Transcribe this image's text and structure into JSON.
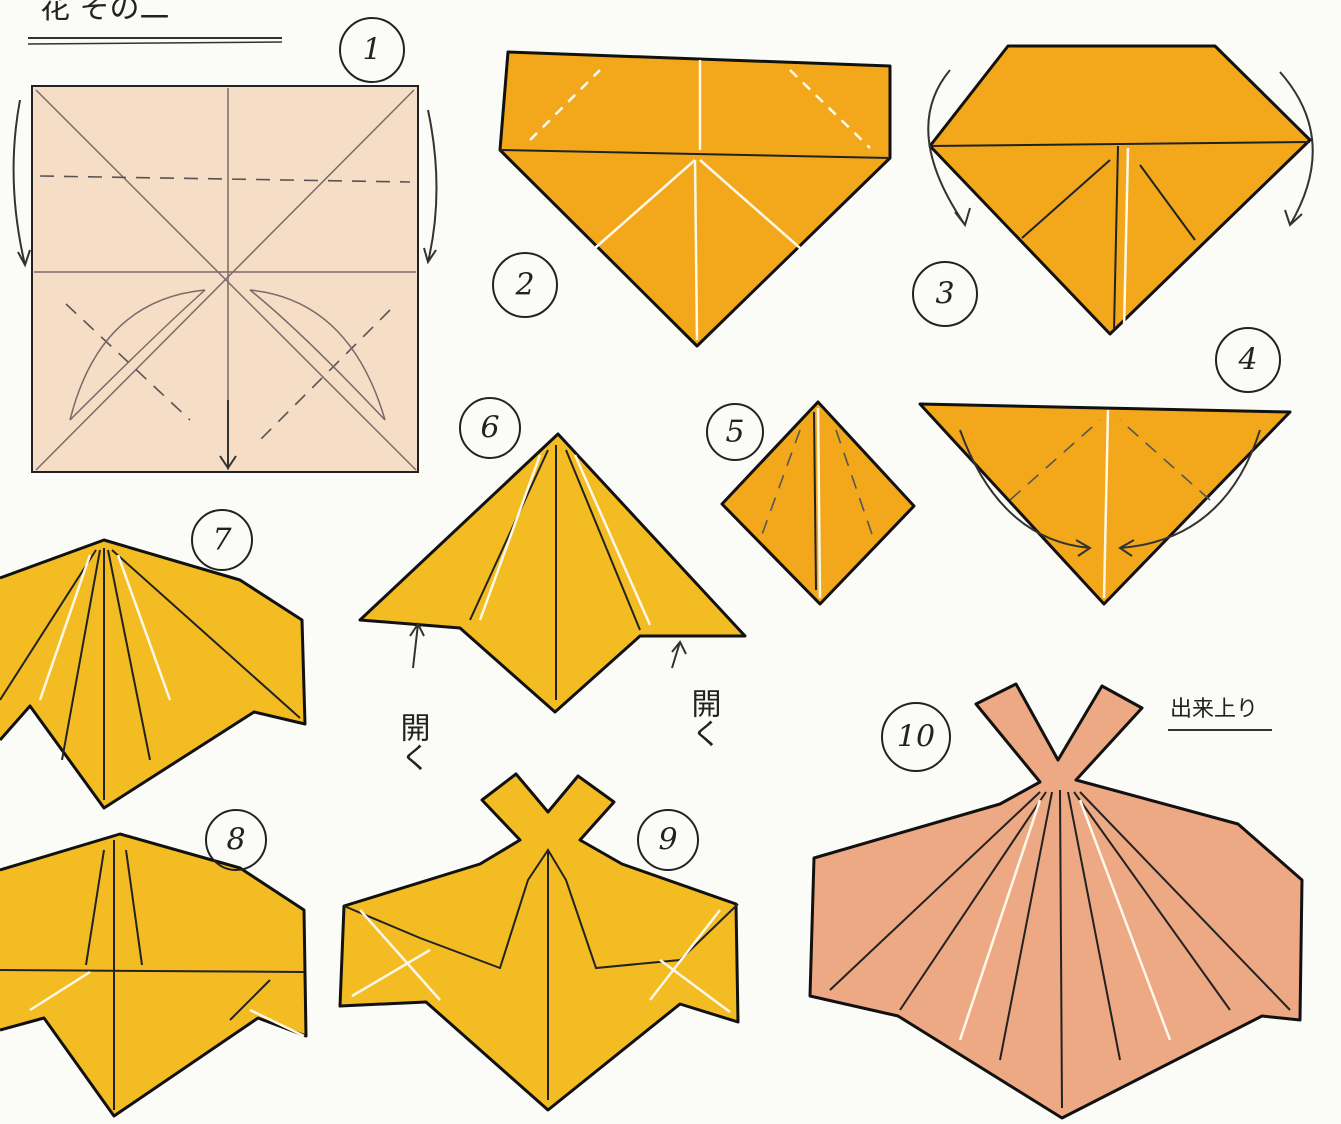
{
  "header": {
    "title": "花 その二"
  },
  "steps": [
    {
      "num": "1"
    },
    {
      "num": "2"
    },
    {
      "num": "3"
    },
    {
      "num": "4"
    },
    {
      "num": "5"
    },
    {
      "num": "6"
    },
    {
      "num": "7"
    },
    {
      "num": "8"
    },
    {
      "num": "9"
    },
    {
      "num": "10"
    }
  ],
  "labels": {
    "open_left": "開く",
    "open_right": "開く",
    "finished": "出来上り"
  },
  "colors": {
    "paper_back": "#f5dcc5",
    "paper_orange": "#f2a81a",
    "paper_yellow": "#f3bc22",
    "paper_pink": "#eda884"
  }
}
